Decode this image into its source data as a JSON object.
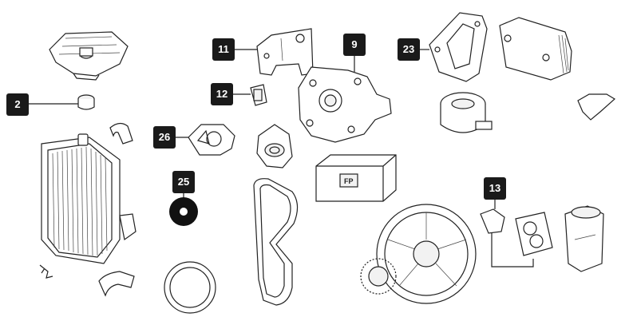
{
  "callouts": {
    "c2": "2",
    "c9": "9",
    "c11": "11",
    "c12": "12",
    "c13": "13",
    "c23": "23",
    "c25": "25",
    "c26": "26"
  },
  "colors": {
    "callout_bg": "#1a1a1a",
    "callout_text": "#ffffff",
    "line": "#222222"
  }
}
